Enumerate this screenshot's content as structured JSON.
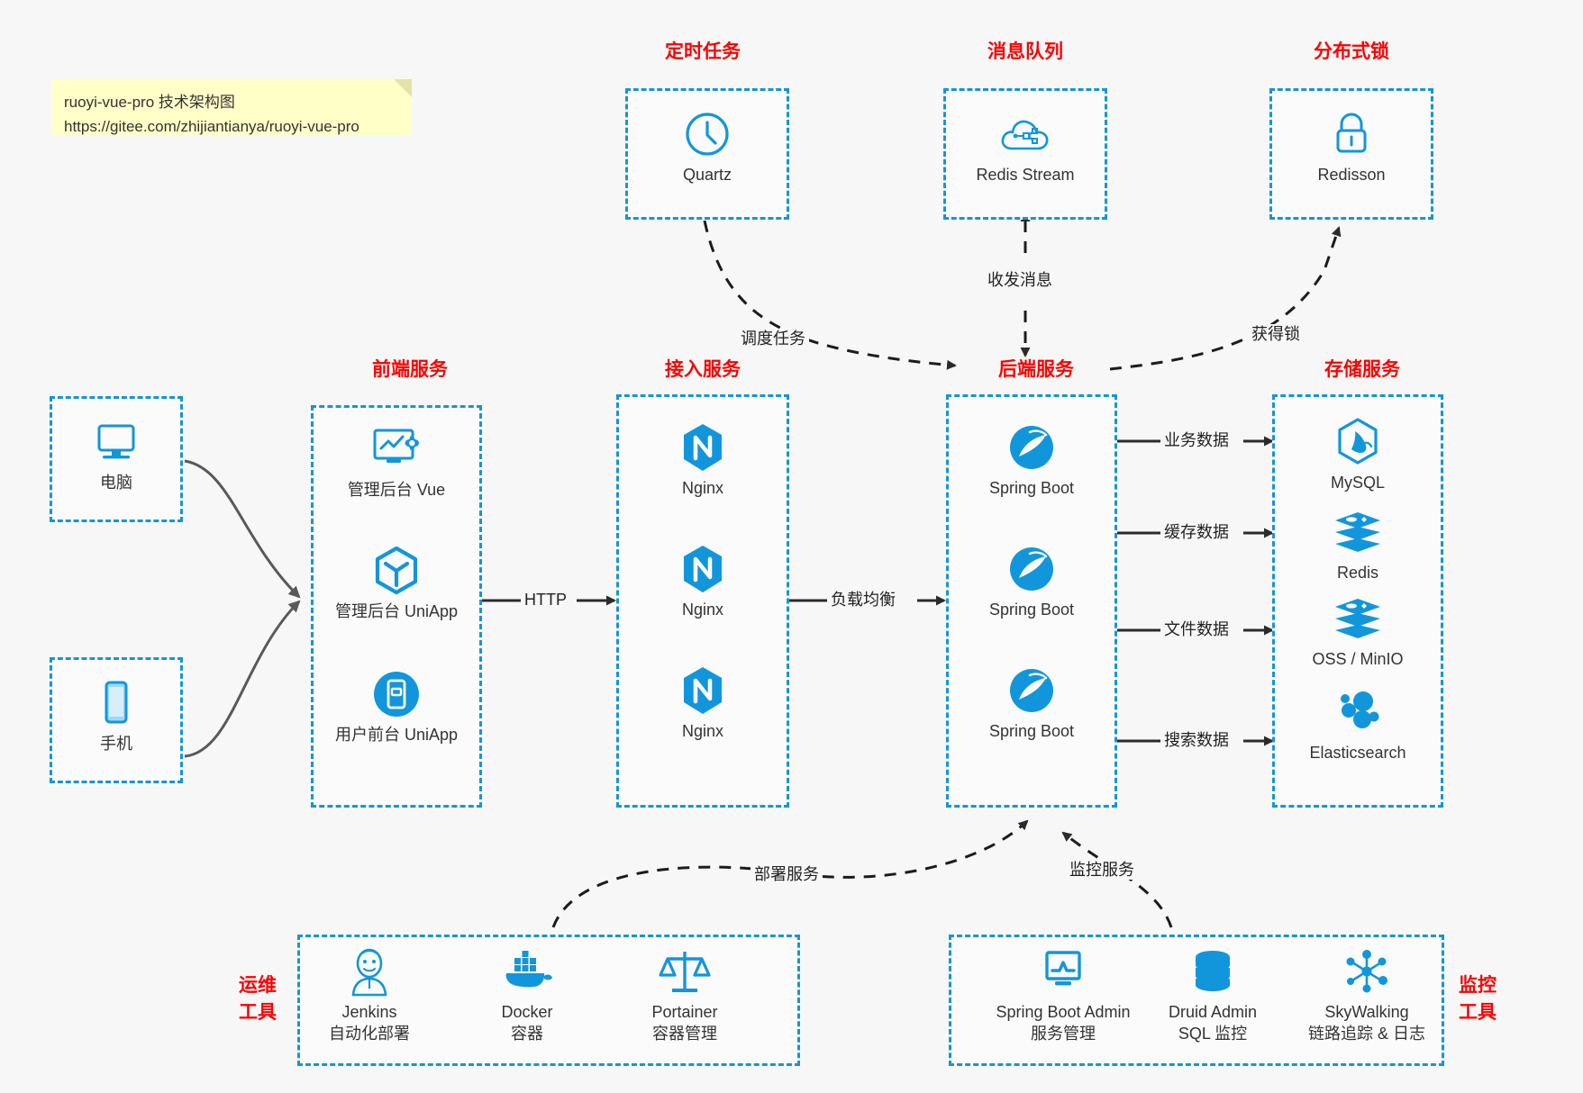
{
  "note": {
    "line1": "ruoyi-vue-pro 技术架构图",
    "line2": "https://gitee.com/zhijiantianya/ruoyi-vue-pro"
  },
  "groups": {
    "scheduled": {
      "title": "定时任务"
    },
    "mq": {
      "title": "消息队列"
    },
    "lock": {
      "title": "分布式锁"
    },
    "frontend": {
      "title": "前端服务"
    },
    "gateway": {
      "title": "接入服务"
    },
    "backend": {
      "title": "后端服务"
    },
    "storage": {
      "title": "存储服务"
    },
    "devops": {
      "title_line1": "运维",
      "title_line2": "工具"
    },
    "monitor": {
      "title_line1": "监控",
      "title_line2": "工具"
    }
  },
  "clients": [
    {
      "label": "电脑",
      "icon": "desktop-icon"
    },
    {
      "label": "手机",
      "icon": "phone-icon"
    }
  ],
  "scheduled_nodes": [
    {
      "label": "Quartz",
      "icon": "clock-icon"
    }
  ],
  "mq_nodes": [
    {
      "label": "Redis Stream",
      "icon": "cloud-stream-icon"
    }
  ],
  "lock_nodes": [
    {
      "label": "Redisson",
      "icon": "lock-icon"
    }
  ],
  "frontend_nodes": [
    {
      "label": "管理后台 Vue",
      "icon": "monitor-chart-gear-icon"
    },
    {
      "label": "管理后台 UniApp",
      "icon": "cube-icon"
    },
    {
      "label": "用户前台 UniApp",
      "icon": "mobile-app-icon"
    }
  ],
  "gateway_nodes": [
    {
      "label": "Nginx",
      "icon": "nginx-icon"
    },
    {
      "label": "Nginx",
      "icon": "nginx-icon"
    },
    {
      "label": "Nginx",
      "icon": "nginx-icon"
    }
  ],
  "backend_nodes": [
    {
      "label": "Spring Boot",
      "icon": "spring-leaf-icon"
    },
    {
      "label": "Spring Boot",
      "icon": "spring-leaf-icon"
    },
    {
      "label": "Spring Boot",
      "icon": "spring-leaf-icon"
    }
  ],
  "storage_nodes": [
    {
      "label": "MySQL",
      "icon": "mysql-dolphin-icon"
    },
    {
      "label": "Redis",
      "icon": "redis-stack-icon"
    },
    {
      "label": "OSS / MinIO",
      "icon": "redis-stack-icon"
    },
    {
      "label": "Elasticsearch",
      "icon": "elasticsearch-icon"
    }
  ],
  "devops_nodes": [
    {
      "label": "Jenkins",
      "sublabel": "自动化部署",
      "icon": "jenkins-butler-icon"
    },
    {
      "label": "Docker",
      "sublabel": "容器",
      "icon": "docker-whale-icon"
    },
    {
      "label": "Portainer",
      "sublabel": "容器管理",
      "icon": "scales-icon"
    }
  ],
  "monitor_nodes": [
    {
      "label": "Spring Boot Admin",
      "sublabel": "服务管理",
      "icon": "monitor-chart-icon"
    },
    {
      "label": "Druid Admin",
      "sublabel": "SQL 监控",
      "icon": "database-icon"
    },
    {
      "label": "SkyWalking",
      "sublabel": "链路追踪 & 日志",
      "icon": "network-node-icon"
    }
  ],
  "edge_labels": {
    "schedule_task": "调度任务",
    "send_receive_message": "收发消息",
    "acquire_lock": "获得锁",
    "http": "HTTP",
    "load_balance": "负载均衡",
    "business_data": "业务数据",
    "cache_data": "缓存数据",
    "file_data": "文件数据",
    "search_data": "搜索数据",
    "deploy_service": "部署服务",
    "monitor_service": "监控服务"
  },
  "colors": {
    "accent": "#1296db",
    "title_red": "#ff0000",
    "edge_solid": "#3a3a3a",
    "edge_gray": "#595959",
    "note_bg": "#ffffc8",
    "page_bg": "#f7f7f7"
  }
}
